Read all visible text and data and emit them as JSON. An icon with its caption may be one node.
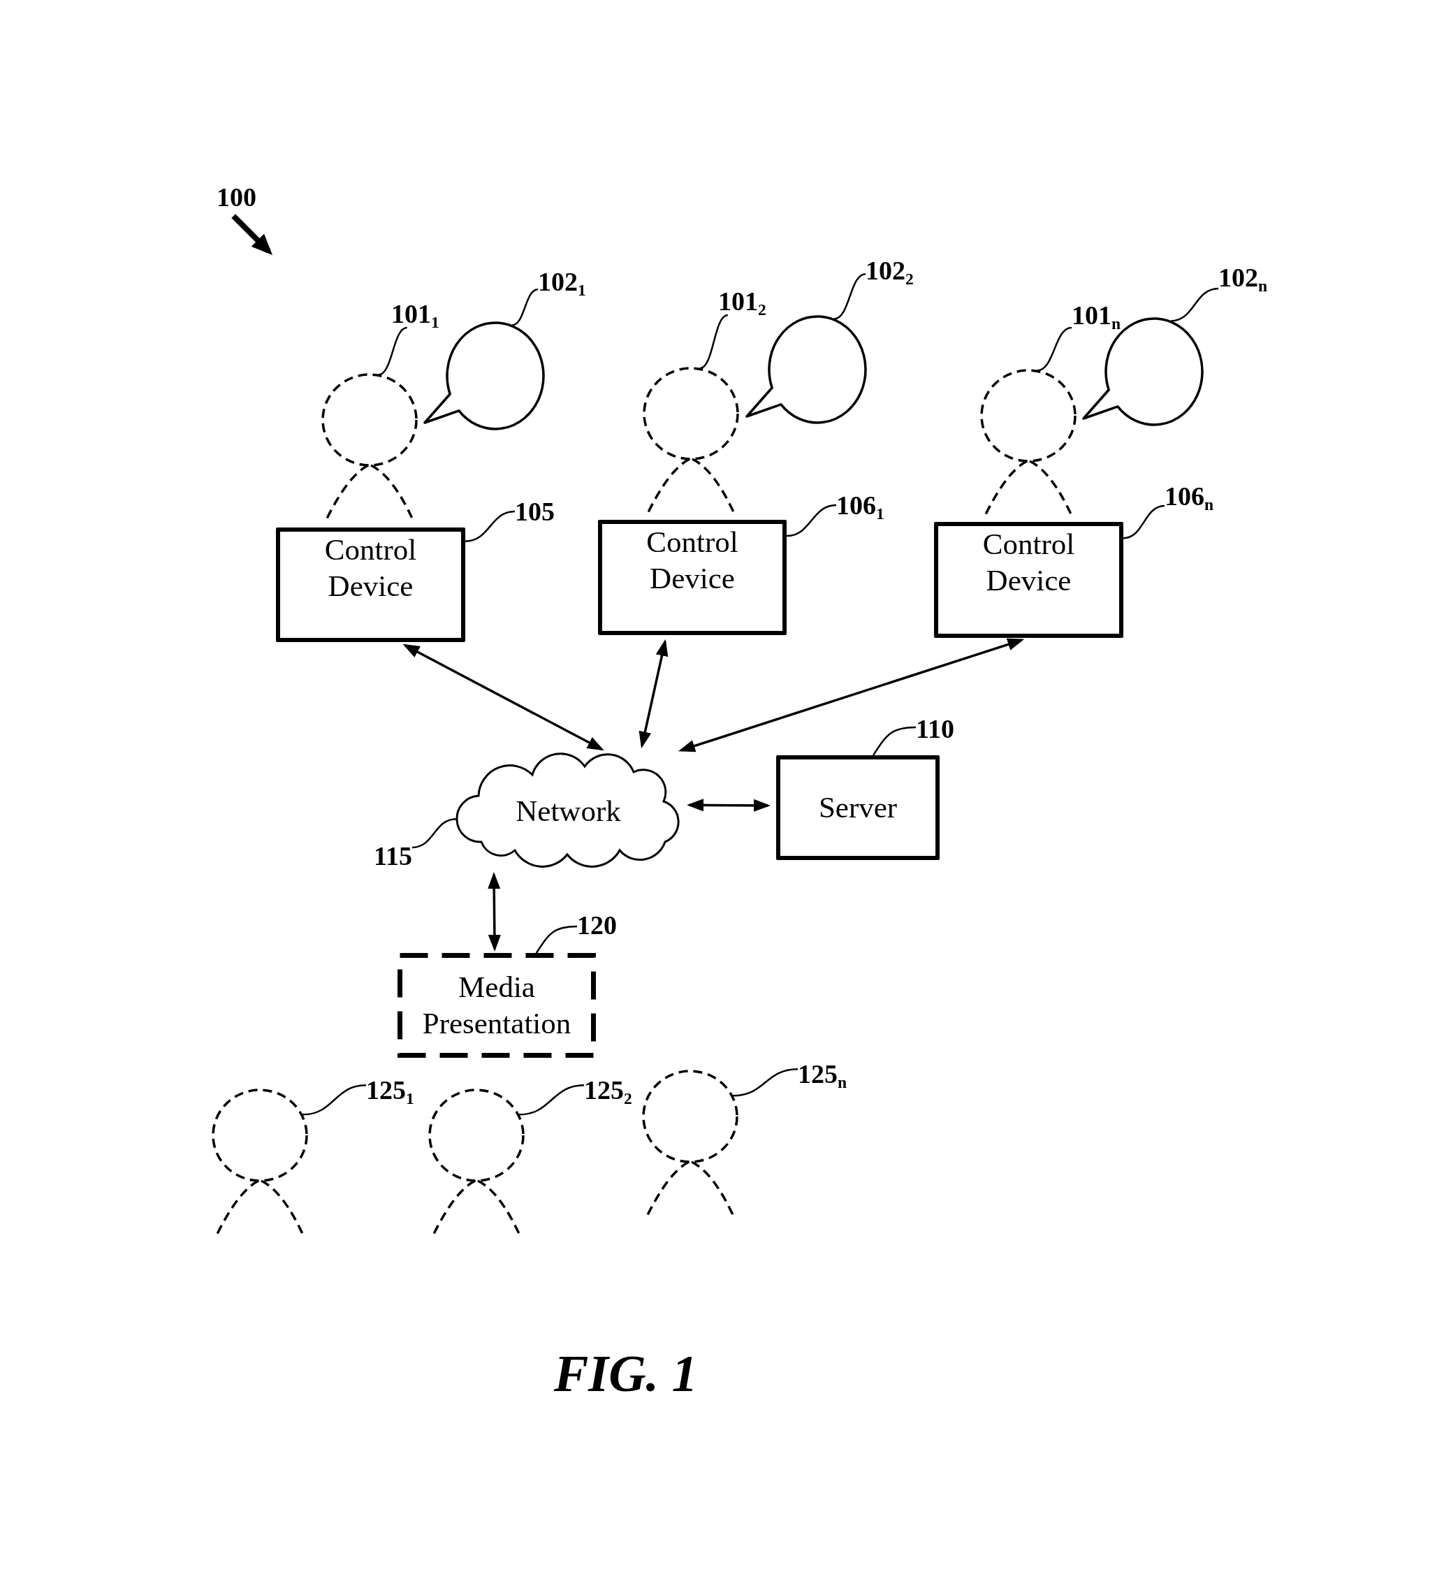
{
  "diagram": {
    "caption": "FIG. 1",
    "nodes": [
      {
        "text": [
          "100"
        ]
      },
      {
        "text": [
          "101$_{1}$"
        ]
      },
      {
        "text": [
          "102$_{1}$"
        ]
      },
      {
        "text": [],
        "shape": "person"
      },
      {
        "text": [],
        "shape": "bubble"
      },
      {
        "text": [
          "Control Device"
        ]
      },
      {
        "text": [
          "105"
        ]
      },
      {
        "text": [
          "101$_{2}$"
        ]
      },
      {
        "text": [
          "102$_{2}$"
        ]
      },
      {
        "text": [],
        "shape": "person"
      },
      {
        "text": [],
        "shape": "bubble"
      },
      {
        "text": [
          "Control Device"
        ]
      },
      {
        "text": [
          "106$_{1}$"
        ]
      },
      {
        "text": [
          "101$_{n}$"
        ]
      },
      {
        "text": [
          "102$_{n}$"
        ]
      },
      {
        "text": [],
        "shape": "person"
      },
      {
        "text": [],
        "shape": "bubble"
      },
      {
        "text": [
          "Control Device"
        ]
      },
      {
        "text": [
          "106$_{n}$"
        ]
      },
      {
        "text": [
          "Network"
        ]
      },
      {
        "text": [
          "115"
        ]
      },
      {
        "text": [
          "Server"
        ]
      },
      {
        "text": [
          "110"
        ]
      },
      {
        "text": [
          "Media Presentation"
        ]
      },
      {
        "text": [
          "120"
        ]
      },
      {
        "text": [],
        "shape": "person"
      },
      {
        "text": [
          "125$_{1}$"
        ]
      },
      {
        "text": [],
        "shape": "person"
      },
      {
        "text": [
          "125$_{2}$"
        ]
      },
      {
        "text": [],
        "shape": "person"
      },
      {
        "text": [
          "125$_{n}$"
        ]
      }
    ],
    "edges": [
      {
        "from": 0,
        "to": null,
        "arrow": "to",
        "style": "thick"
      },
      {
        "from": 1,
        "to": 3,
        "arrow": "none"
      },
      {
        "from": 2,
        "to": 4,
        "arrow": "none"
      },
      {
        "from": 6,
        "to": 5,
        "arrow": "none"
      },
      {
        "from": 7,
        "to": 9,
        "arrow": "none"
      },
      {
        "from": 8,
        "to": 10,
        "arrow": "none"
      },
      {
        "from": 12,
        "to": 11,
        "arrow": "none"
      },
      {
        "from": 13,
        "to": 15,
        "arrow": "none"
      },
      {
        "from": 14,
        "to": 16,
        "arrow": "none"
      },
      {
        "from": 18,
        "to": 17,
        "arrow": "none"
      },
      {
        "from": 20,
        "to": 19,
        "arrow": "none"
      },
      {
        "from": 22,
        "to": 21,
        "arrow": "none"
      },
      {
        "from": 24,
        "to": 23,
        "arrow": "none"
      },
      {
        "from": 26,
        "to": 25,
        "arrow": "none"
      },
      {
        "from": 28,
        "to": 27,
        "arrow": "none"
      },
      {
        "from": 30,
        "to": 29,
        "arrow": "none"
      },
      {
        "from": 5,
        "to": 19,
        "arrow": "both"
      },
      {
        "from": 11,
        "to": 19,
        "arrow": "both"
      },
      {
        "from": 17,
        "to": 19,
        "arrow": "both"
      },
      {
        "from": 19,
        "to": 21,
        "arrow": "both"
      },
      {
        "from": 19,
        "to": 23,
        "arrow": "both"
      }
    ]
  }
}
